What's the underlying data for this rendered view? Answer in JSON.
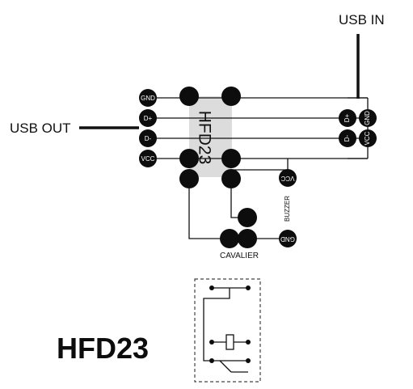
{
  "labels": {
    "usb_in": "USB IN",
    "usb_out": "USB OUT",
    "relay_name": "HFD23",
    "buzzer": "BUZZER",
    "cavalier": "CAVALIER",
    "title": "HFD23"
  },
  "left_connector_pins": [
    "GND",
    "D+",
    "D-",
    "VCC"
  ],
  "right_connector_pins": [
    "D+",
    "D-",
    "GND",
    "VCC"
  ],
  "buzzer_pins": [
    "VCC",
    "GND"
  ]
}
